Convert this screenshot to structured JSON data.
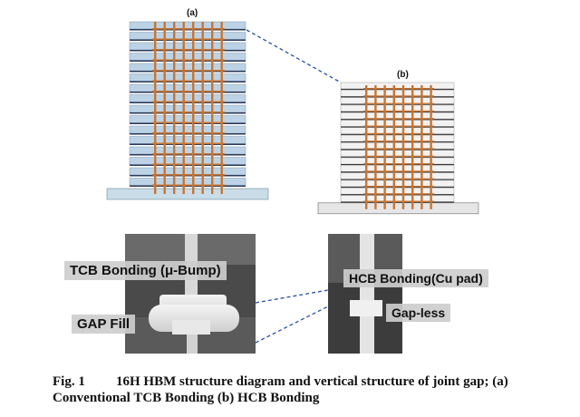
{
  "panels": {
    "a_label": "(a)",
    "b_label": "(b)"
  },
  "micrographs": {
    "tcb_label": "TCB Bonding (μ-Bump)",
    "gap_fill_label": "GAP Fill",
    "hcb_label": "HCB Bonding(Cu pad)",
    "gapless_label": "Gap-less"
  },
  "caption": {
    "figure_number": "Fig. 1",
    "text": "16H HBM structure diagram and vertical structure of joint gap; (a) Conventional TCB Bonding (b) HCB Bonding"
  },
  "colors": {
    "layer_blue": "#bcd3e6",
    "layer_dark": "#2a3a5a",
    "layer_white": "#f2f2f2",
    "tsv_copper": "#c87533",
    "substrate": "#c9dde8",
    "dashed_line": "#2a4fa0"
  }
}
